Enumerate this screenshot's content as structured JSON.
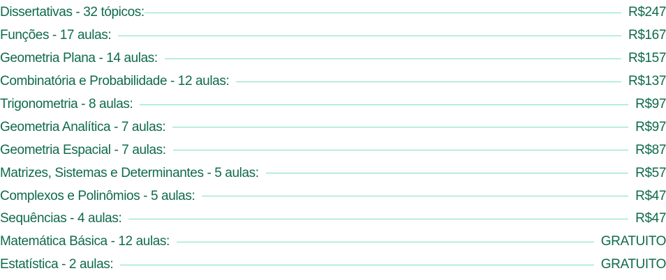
{
  "accent_text_color": "#0f6b4a",
  "line_color": "#7ddfbf",
  "items": [
    {
      "label": "Dissertativas - 32 tópicos:",
      "price": "R$247"
    },
    {
      "label": "Funções - 17 aulas:",
      "price": "R$167"
    },
    {
      "label": "Geometria Plana - 14 aulas:",
      "price": "R$157"
    },
    {
      "label": "Combinatória e Probabilidade - 12 aulas:",
      "price": "R$137"
    },
    {
      "label": "Trigonometria - 8 aulas:",
      "price": "R$97"
    },
    {
      "label": "Geometria Analítica - 7 aulas:",
      "price": "R$97"
    },
    {
      "label": "Geometria Espacial - 7 aulas:",
      "price": "R$87"
    },
    {
      "label": "Matrizes, Sistemas e Determinantes - 5 aulas:",
      "price": "R$57"
    },
    {
      "label": "Complexos e Polinômios - 5 aulas:",
      "price": "R$47"
    },
    {
      "label": "Sequências - 4 aulas:",
      "price": "R$47"
    },
    {
      "label": "Matemática Básica - 12 aulas:",
      "price": "GRATUITO"
    },
    {
      "label": "Estatística - 2 aulas:",
      "price": "GRATUITO"
    }
  ]
}
